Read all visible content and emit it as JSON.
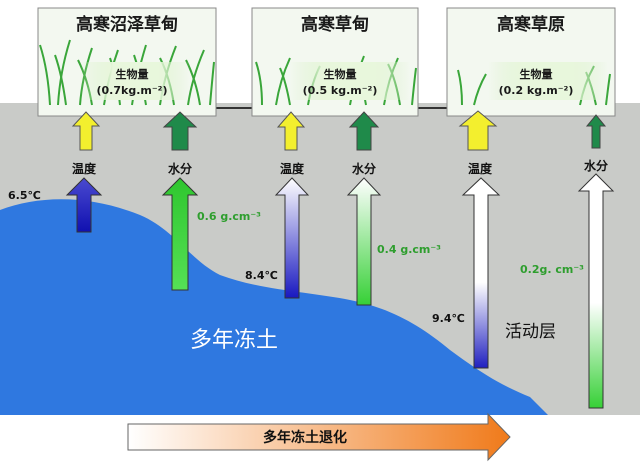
{
  "panels": [
    {
      "title": "高寒沼泽草甸",
      "biomass_label": "生物量",
      "biomass_value": "(0.7kg.m⁻²)"
    },
    {
      "title": "高寒草甸",
      "biomass_label": "生物量",
      "biomass_value": "(0.5 kg.m⁻²)"
    },
    {
      "title": "高寒草原",
      "biomass_label": "生物量",
      "biomass_value": "(0.2 kg.m⁻²)"
    }
  ],
  "arrows": {
    "temperature_label": "温度",
    "moisture_label": "水分",
    "temperatures": [
      "6.5℃",
      "8.4℃",
      "9.4℃"
    ],
    "moistures": [
      "0.6 g.cm⁻³",
      "0.4 g.cm⁻³",
      "0.2g. cm⁻³"
    ]
  },
  "labels": {
    "permafrost": "多年冻土",
    "active_layer": "活动层",
    "degradation": "多年冻土退化"
  },
  "colors": {
    "soil": "#c9cbc8",
    "permafrost": "#2f78e0",
    "temperature_cold": "#1f1fc0",
    "moisture_wet": "#39d23a",
    "arrow_up": "#f3ef2e",
    "arrow_up_green": "#1f8a4a"
  }
}
